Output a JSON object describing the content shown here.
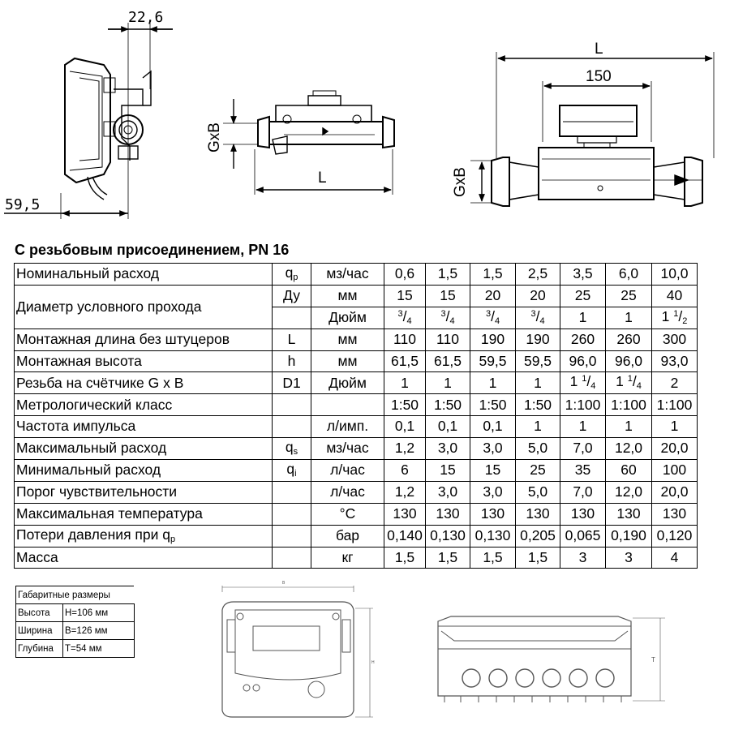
{
  "drawings": {
    "side_view": {
      "dim_top": "22,6",
      "dim_bottom": "59,5"
    },
    "front_view": {
      "dim_height": "GxB",
      "dim_length": "L"
    },
    "perspective_view": {
      "dim_total": "L",
      "dim_body": "150",
      "dim_height": "GxB"
    },
    "controller_front": {
      "dim_top": "B",
      "dim_side": "H"
    },
    "controller_side": {
      "dim_side": "T"
    }
  },
  "section_title": "С резьбовым присоединением, PN 16",
  "spec_table": {
    "rows": [
      {
        "param": "Номинальный расход",
        "symbol": "q",
        "symbol_sub": "p",
        "unit": "мз/час",
        "values": [
          "0,6",
          "1,5",
          "1,5",
          "2,5",
          "3,5",
          "6,0",
          "10,0"
        ]
      },
      {
        "param": "Диаметр условного прохода",
        "symbol": "Ду",
        "unit": "мм",
        "values": [
          "15",
          "15",
          "20",
          "20",
          "25",
          "25",
          "40"
        ]
      },
      {
        "unit": "Дюйм",
        "fractions": [
          {
            "whole": "",
            "num": "3",
            "den": "4"
          },
          {
            "whole": "",
            "num": "3",
            "den": "4"
          },
          {
            "whole": "",
            "num": "3",
            "den": "4"
          },
          {
            "whole": "",
            "num": "3",
            "den": "4"
          },
          {
            "whole": "1",
            "num": "",
            "den": ""
          },
          {
            "whole": "1",
            "num": "",
            "den": ""
          },
          {
            "whole": "1",
            "num": "1",
            "den": "2"
          }
        ]
      },
      {
        "param": "Монтажная длина без штуцеров",
        "symbol": "L",
        "unit": "мм",
        "values": [
          "110",
          "110",
          "190",
          "190",
          "260",
          "260",
          "300"
        ]
      },
      {
        "param": "Монтажная высота",
        "symbol": "h",
        "unit": "мм",
        "values": [
          "61,5",
          "61,5",
          "59,5",
          "59,5",
          "96,0",
          "96,0",
          "93,0"
        ]
      },
      {
        "param": "Резьба на счётчике G x B",
        "symbol": "D1",
        "unit": "Дюйм",
        "fractions": [
          {
            "whole": "1",
            "num": "",
            "den": ""
          },
          {
            "whole": "1",
            "num": "",
            "den": ""
          },
          {
            "whole": "1",
            "num": "",
            "den": ""
          },
          {
            "whole": "1",
            "num": "",
            "den": ""
          },
          {
            "whole": "1",
            "num": "1",
            "den": "4"
          },
          {
            "whole": "1",
            "num": "1",
            "den": "4"
          },
          {
            "whole": "2",
            "num": "",
            "den": ""
          }
        ]
      },
      {
        "param": "Метрологический класс",
        "symbol": "",
        "unit": "",
        "values": [
          "1:50",
          "1:50",
          "1:50",
          "1:50",
          "1:100",
          "1:100",
          "1:100"
        ]
      },
      {
        "param": "Частота импульса",
        "symbol": "",
        "unit": "л/имп.",
        "values": [
          "0,1",
          "0,1",
          "0,1",
          "1",
          "1",
          "1",
          "1"
        ]
      },
      {
        "param": "Максимальный расход",
        "symbol": "q",
        "symbol_sub": "s",
        "unit": "мз/час",
        "values": [
          "1,2",
          "3,0",
          "3,0",
          "5,0",
          "7,0",
          "12,0",
          "20,0"
        ]
      },
      {
        "param": "Минимальный расход",
        "symbol": "q",
        "symbol_sub": "i",
        "unit": "л/час",
        "values": [
          "6",
          "15",
          "15",
          "25",
          "35",
          "60",
          "100"
        ]
      },
      {
        "param": "Порог чувствительности",
        "symbol": "",
        "unit": "л/час",
        "values": [
          "1,2",
          "3,0",
          "3,0",
          "5,0",
          "7,0",
          "12,0",
          "20,0"
        ]
      },
      {
        "param": "Максимальная температура",
        "symbol": "",
        "unit": "°С",
        "values": [
          "130",
          "130",
          "130",
          "130",
          "130",
          "130",
          "130"
        ]
      },
      {
        "param": "Потери давления при q",
        "param_sub": "p",
        "symbol": "",
        "unit": "бар",
        "values": [
          "0,140",
          "0,130",
          "0,130",
          "0,205",
          "0,065",
          "0,190",
          "0,120"
        ]
      },
      {
        "param": "Масса",
        "symbol": "",
        "unit": "кг",
        "values": [
          "1,5",
          "1,5",
          "1,5",
          "1,5",
          "3",
          "3",
          "4"
        ]
      }
    ]
  },
  "dims_table": {
    "title": "Габаритные размеры",
    "rows": [
      {
        "label": "Высота",
        "value": "H=106 мм"
      },
      {
        "label": "Ширина",
        "value": "B=126 мм"
      },
      {
        "label": "Глубина",
        "value": "T=54 мм"
      }
    ]
  }
}
